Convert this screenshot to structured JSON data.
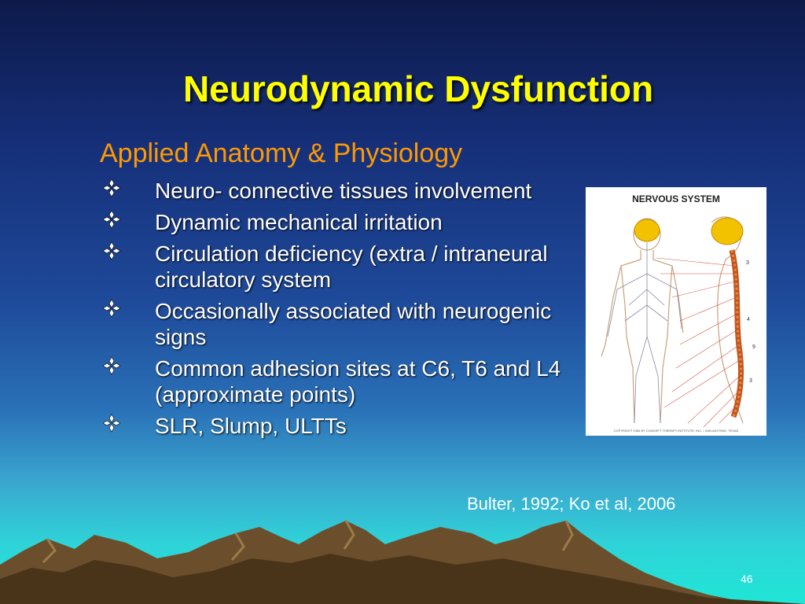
{
  "slide": {
    "title": "Neurodynamic Dysfunction",
    "subtitle": "Applied Anatomy & Physiology",
    "bullet_icon": "diamond-cluster-icon",
    "bullets": [
      "Neuro- connective tissues involvement",
      "Dynamic mechanical irritation",
      "Circulation deficiency (extra / intraneural circulatory system",
      "Occasionally associated with neurogenic signs",
      "Common adhesion sites at C6, T6 and L4 (approximate points)",
      "SLR, Slump, ULTTs"
    ],
    "citation": "Bulter, 1992; Ko et al, 2006",
    "page_number": "46",
    "figure": {
      "title": "NERVOUS SYSTEM",
      "copyright": "COPYRIGHT 1984 BY CONCEPT THERAPY INSTITUTE, INC. • SAN ANTONIO, TEXAS"
    },
    "colors": {
      "title": "#ffff00",
      "subtitle": "#ff9900",
      "text": "#ffffff",
      "background_top": "#0d1a4a",
      "background_bottom": "#1fe6d6"
    }
  }
}
